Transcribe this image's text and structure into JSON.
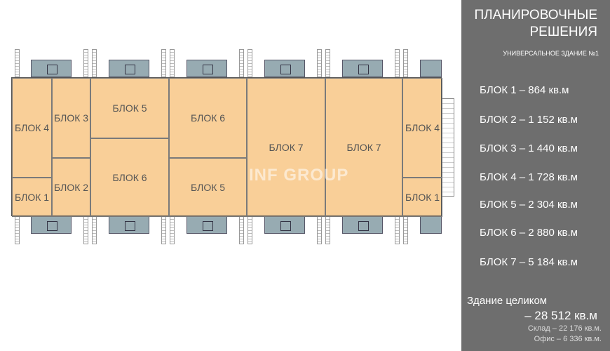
{
  "plan": {
    "blocks": [
      {
        "label": "БЛОК 4"
      },
      {
        "label": "БЛОК 1"
      },
      {
        "label": "БЛОК 3"
      },
      {
        "label": "БЛОК 2"
      },
      {
        "label": "БЛОК 5"
      },
      {
        "label": "БЛОК 6"
      },
      {
        "label": "БЛОК 6"
      },
      {
        "label": "БЛОК 5"
      },
      {
        "label": "БЛОК 7"
      },
      {
        "label": "БЛОК 7"
      },
      {
        "label": "БЛОК 4"
      },
      {
        "label": "БЛОК 1"
      }
    ],
    "watermark": "INF GROUP"
  },
  "panel": {
    "title_line1": "ПЛАНИРОВОЧНЫЕ",
    "title_line2": "РЕШЕНИЯ",
    "subtitle": "УНИВЕРСАЛЬНОЕ ЗДАНИЕ №1",
    "areas": [
      "БЛОК 1 – 864 кв.м",
      "БЛОК 2 – 1 152 кв.м",
      "БЛОК 3 – 1 440 кв.м",
      "БЛОК 4 – 1 728 кв.м",
      "БЛОК 5 – 2 304 кв.м",
      "БЛОК 6 – 2 880 кв.м",
      "БЛОК 7 – 5 184 кв.м"
    ],
    "total_label": "Здание целиком",
    "total_value": "– 28 512 кв.м",
    "warehouse": "Склад – 22 176 кв.м.",
    "office": "Офис – 6 336 кв.м."
  }
}
